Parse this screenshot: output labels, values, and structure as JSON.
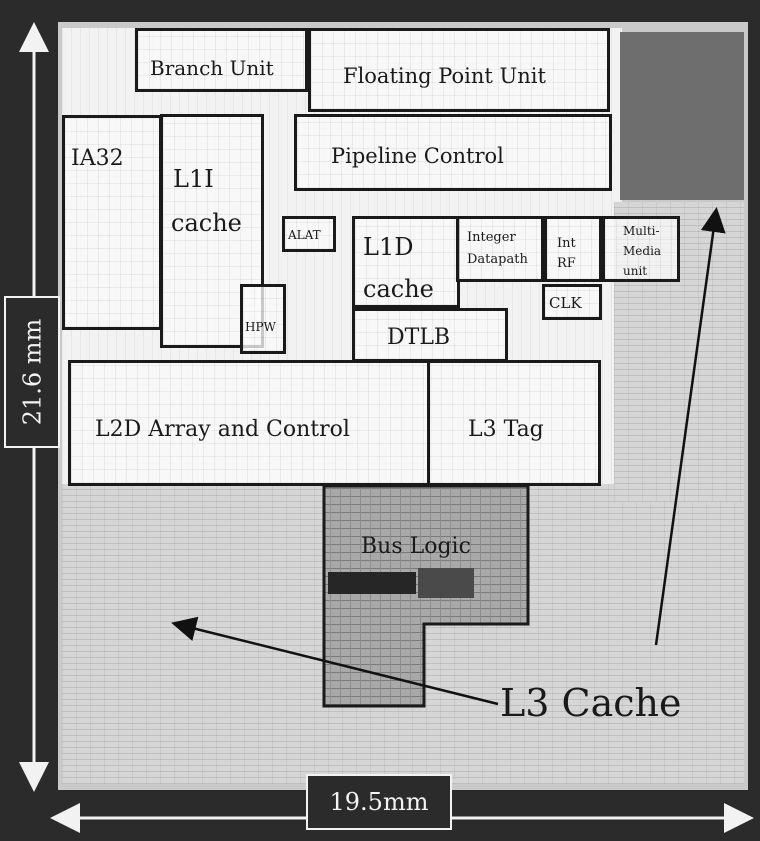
{
  "blocks": {
    "branch_unit": "Branch Unit",
    "floating_point_unit": "Floating Point Unit",
    "ia32": "IA32",
    "l1i_cache_l1": "L1I",
    "l1i_cache_l2": "cache",
    "pipeline_control": "Pipeline Control",
    "alat": "ALAT",
    "l1d_cache_l1": "L1D",
    "l1d_cache_l2": "cache",
    "integer_datapath_l1": "Integer",
    "integer_datapath_l2": "Datapath",
    "int_rf_l1": "Int",
    "int_rf_l2": "RF",
    "multimedia_unit_l1": "Multi-",
    "multimedia_unit_l2": "Media",
    "multimedia_unit_l3": "unit",
    "hpw": "HPW",
    "clk": "CLK",
    "dtlb": "DTLB",
    "l2d_array_and_control": "L2D Array and Control",
    "l3_tag": "L3 Tag",
    "bus_logic": "Bus Logic"
  },
  "annotations": {
    "l3_cache": "L3 Cache",
    "width": "19.5mm",
    "height": "21.6 mm"
  }
}
